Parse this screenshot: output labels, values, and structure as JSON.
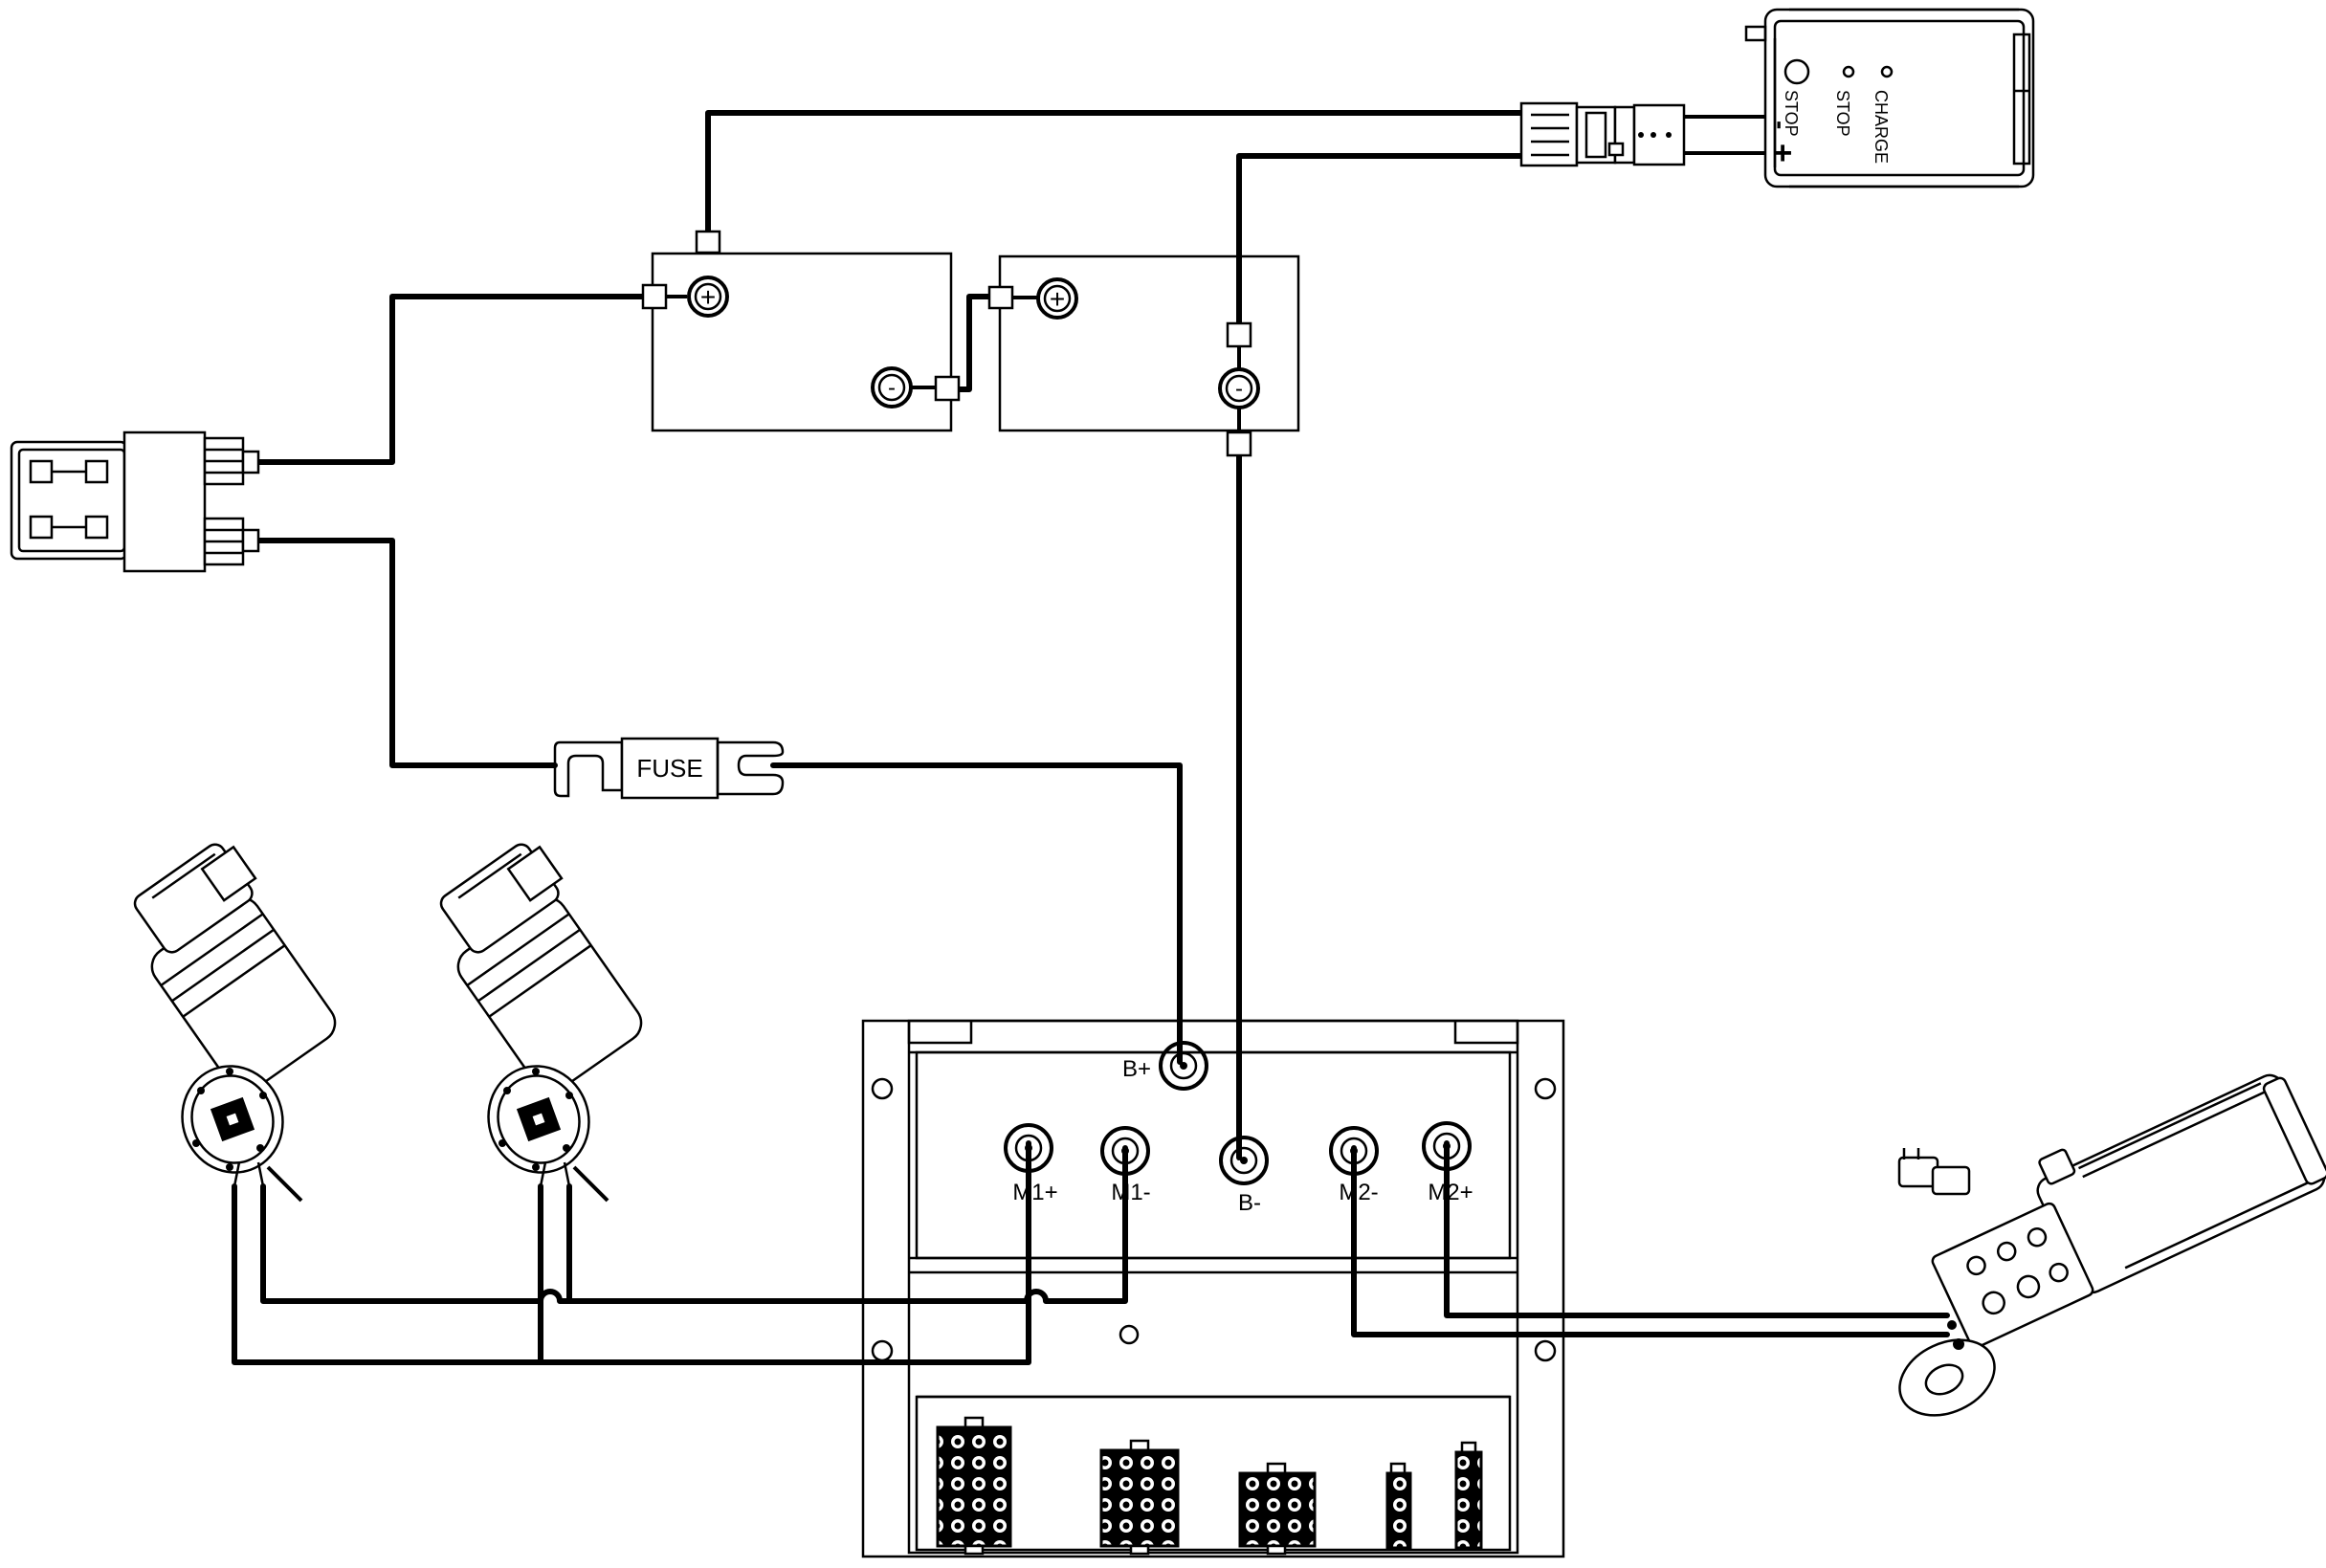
{
  "charger": {
    "led_labels": [
      "CHARGE",
      "STOP"
    ],
    "button_label": "STOP",
    "minus_sign": "-",
    "plus_sign": "+"
  },
  "batteries": {
    "plus_symbol": "+",
    "minus_symbol": "-"
  },
  "fuse": {
    "label": "FUSE"
  },
  "controller": {
    "terminals": {
      "b_plus": "B+",
      "b_minus": "B-",
      "m1_plus": "M1+",
      "m1_minus": "M1-",
      "m2_minus": "M2-",
      "m2_plus": "M2+"
    }
  },
  "colors": {
    "line": "#000000",
    "background": "#ffffff"
  }
}
